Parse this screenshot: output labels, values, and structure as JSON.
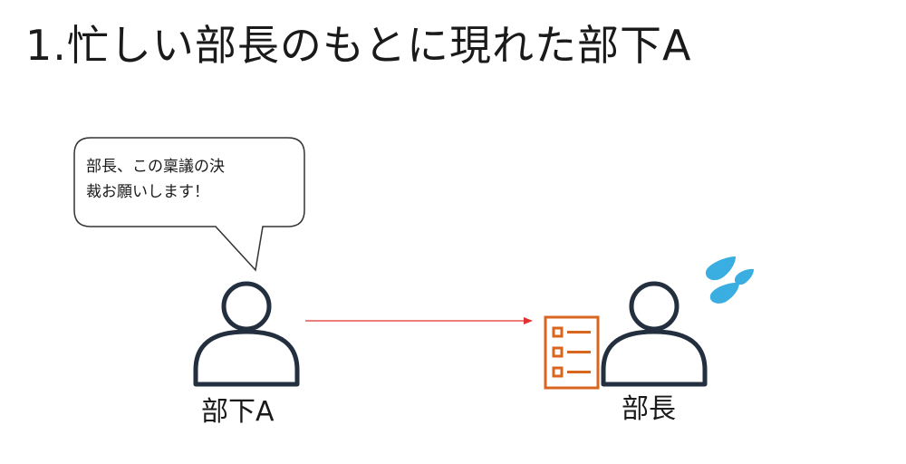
{
  "title": "1.忙しい部長のもとに現れた部下A",
  "speech_bubble": {
    "line1": "部長、この稟議の決",
    "line2": "裁お願いします！"
  },
  "people": {
    "subordinate_label": "部下A",
    "manager_label": "部長"
  },
  "colors": {
    "arrow": "#e03030",
    "document": "#d9661f",
    "sweat": "#3aaee0",
    "person_stroke": "#232f3e"
  },
  "icons": {
    "subordinate": "person-icon",
    "manager": "person-icon",
    "document": "checklist-document-icon",
    "sweat": "sweat-drops-icon"
  }
}
